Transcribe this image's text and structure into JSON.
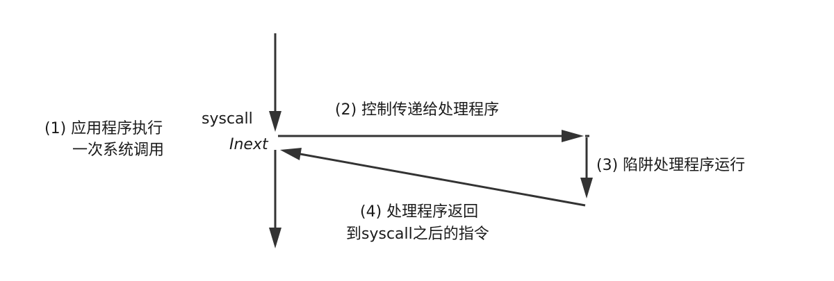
{
  "labels": {
    "step1_line1": "(1) 应用程序执行",
    "step1_line2": "一次系统调用",
    "syscall": "syscall",
    "inext": "Inext",
    "step2": "(2) 控制传递给处理程序",
    "step3": "(3) 陷阱处理程序运行",
    "step4_line1": "(4) 处理程序返回",
    "step4_line2": "到syscall之后的指令"
  },
  "colors": {
    "line": "#333333",
    "text": "#1a1a1a",
    "background": "#ffffff"
  }
}
